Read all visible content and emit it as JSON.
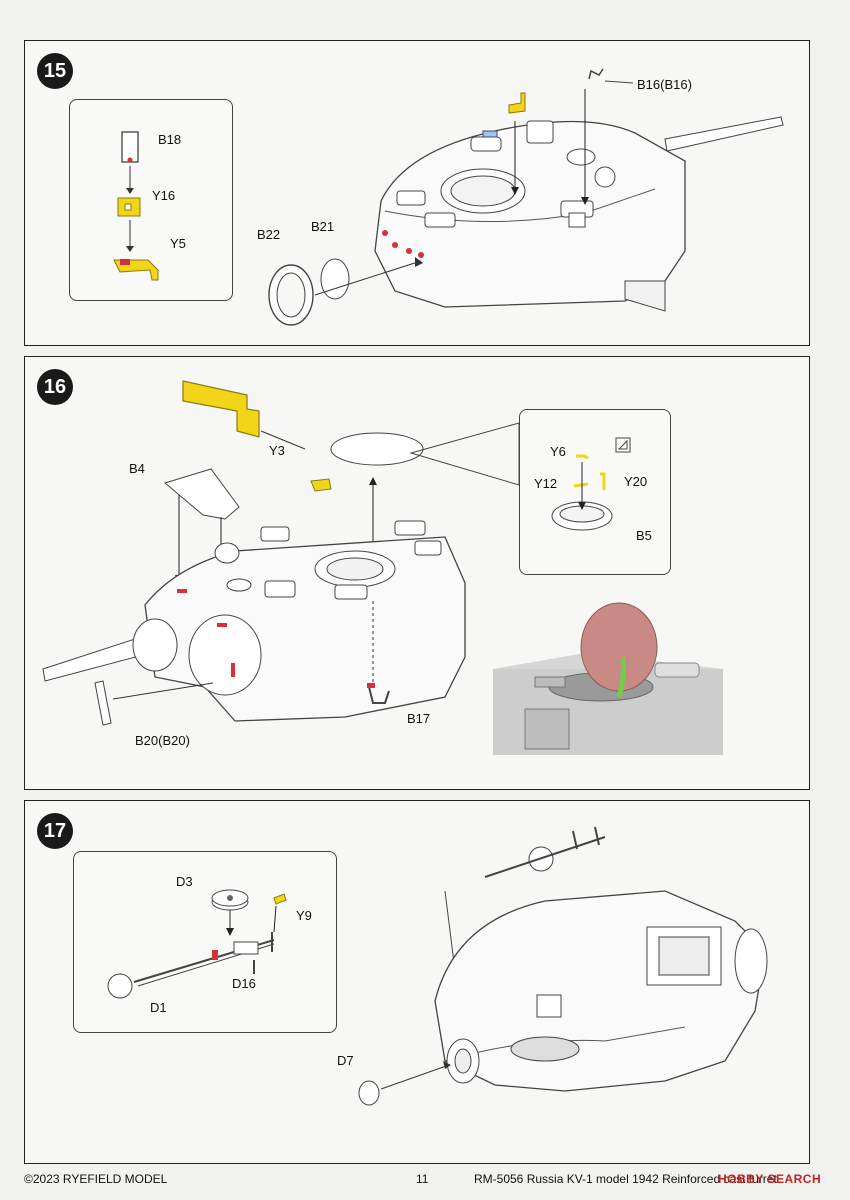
{
  "steps": [
    {
      "number": "15",
      "labels": {
        "b18": "B18",
        "y16": "Y16",
        "y5": "Y5",
        "b22": "B22",
        "b21": "B21",
        "b16": "B16(B16)"
      }
    },
    {
      "number": "16",
      "labels": {
        "y3": "Y3",
        "b4": "B4",
        "b20": "B20(B20)",
        "b17": "B17",
        "y6": "Y6",
        "y12": "Y12",
        "y20": "Y20",
        "b5": "B5"
      }
    },
    {
      "number": "17",
      "labels": {
        "d3": "D3",
        "y9": "Y9",
        "d16": "D16",
        "d1": "D1",
        "d7": "D7"
      }
    }
  ],
  "colors": {
    "yellow_part": "#f2d418",
    "red_mark": "#d8303a",
    "hatch_red": "#c98a86",
    "green_guide": "#6fcf4a"
  },
  "footer": {
    "copyright": "©2023 RYEFIELD MODEL",
    "page_number": "11",
    "product": "RM-5056 Russia KV-1 model 1942 Reinforced cast turret",
    "watermark": "HOBBY SEARCH"
  }
}
